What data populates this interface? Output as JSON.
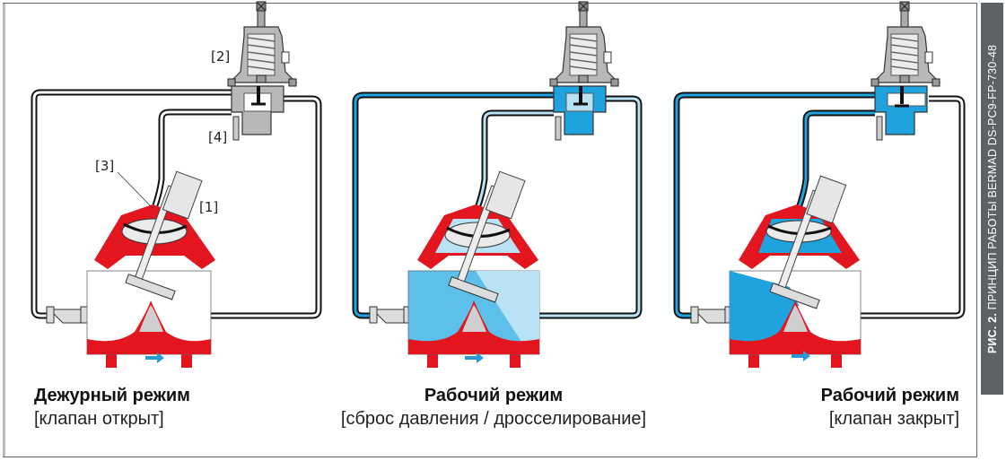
{
  "figure": {
    "label_prefix": "РИС. 2.",
    "label_text": "ПРИНЦИП РАБОТЫ BERMAD DS-PC9-FP-730-48"
  },
  "callouts": {
    "c1": "[1]",
    "c2": "[2]",
    "c3": "[3]",
    "c4": "[4]"
  },
  "panels": [
    {
      "title": "Дежурный режим",
      "subtitle": "[клапан открыт]",
      "state": "standby-open"
    },
    {
      "title": "Рабочий режим",
      "subtitle": "[сброс давления / дросселирование]",
      "state": "relief-throttling"
    },
    {
      "title": "Рабочий режим",
      "subtitle": "[клапан закрыт]",
      "state": "closed"
    }
  ],
  "colors": {
    "valve_body": "#e3151f",
    "water": "#1fa3df",
    "water_light": "#b9e2f5",
    "pilot_gray": "#b5b5b5",
    "flow_arrow": "#2a98d2",
    "frame": "#5f676c",
    "sidebar": "#5d6266"
  },
  "icons": {
    "flow_direction": "arrow-right-icon"
  }
}
